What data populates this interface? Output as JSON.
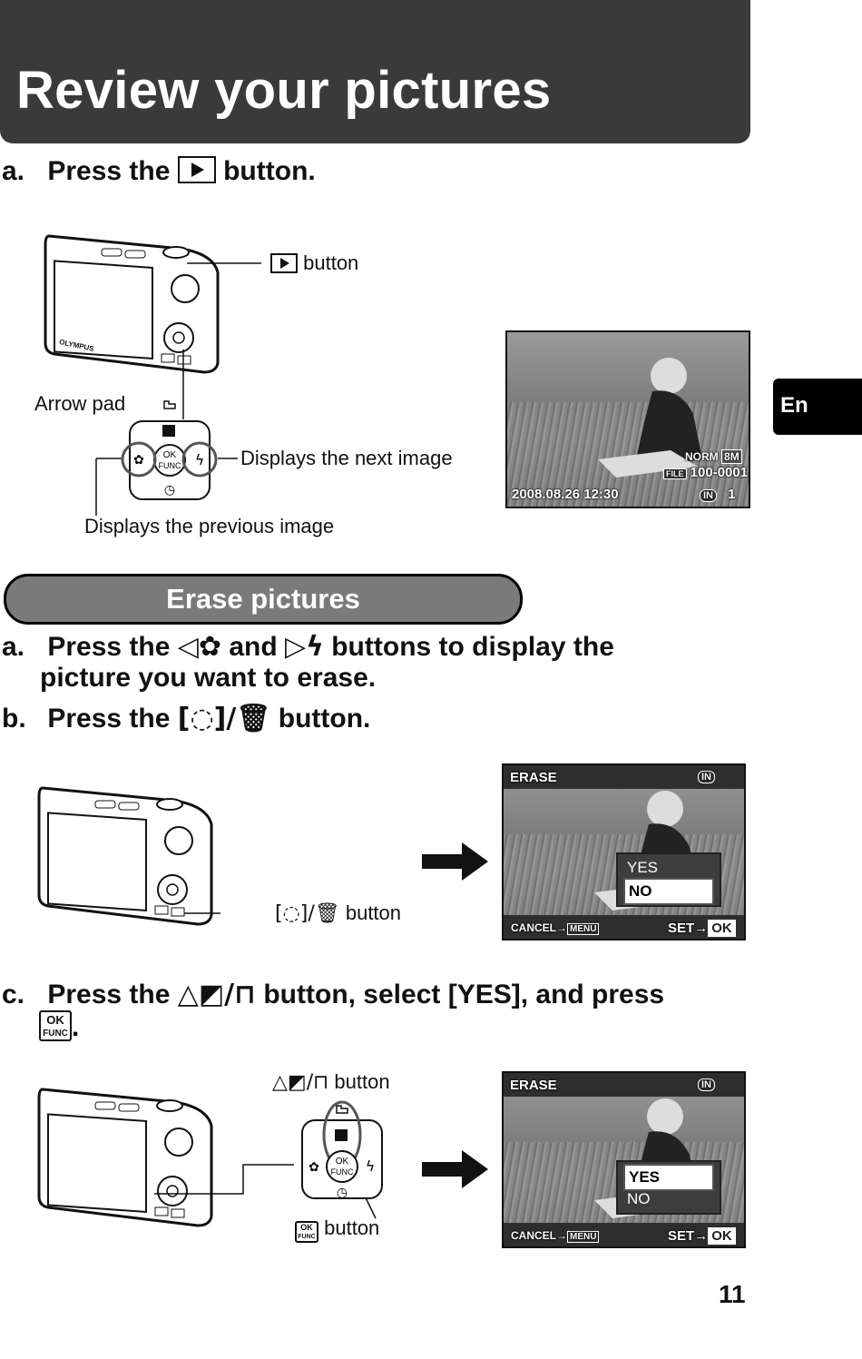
{
  "header": {
    "title": "Review your pictures"
  },
  "side_tab": {
    "label": "En"
  },
  "section1": {
    "step_a_label": "a.",
    "step_a_pre": "Press the",
    "step_a_post": "button.",
    "callout_play": "button",
    "callout_arrowpad": "Arrow pad",
    "callout_next": "Displays the next image",
    "callout_prev": "Displays the previous image",
    "screen": {
      "quality": "NORM",
      "size": "8M",
      "file_label": "FILE",
      "file_number": "100-0001",
      "datetime": "2008.08.26  12:30",
      "memory": "IN",
      "frame": "1"
    }
  },
  "erase_section": {
    "title": "Erase pictures",
    "step_a_label": "a.",
    "step_a_pre": "Press the",
    "step_a_and": "and",
    "step_a_post": "buttons to display the",
    "step_a_line2": "picture you want to erase.",
    "step_b_label": "b.",
    "step_b_pre": "Press the",
    "step_b_post": "button.",
    "callout_b": "button",
    "step_c_label": "c.",
    "step_c_pre": "Press the",
    "step_c_post": "button, select [YES], and press",
    "step_c_end": ".",
    "callout_c_top": "button",
    "callout_c_ok": "button",
    "ok_label": "OK",
    "func_label": "FUNC"
  },
  "erase_screen_1": {
    "title": "ERASE",
    "memory": "IN",
    "options": [
      "YES",
      "NO"
    ],
    "selected": "NO",
    "cancel": "CANCEL",
    "menu_key": "MENU",
    "set": "SET",
    "ok_key": "OK"
  },
  "erase_screen_2": {
    "title": "ERASE",
    "memory": "IN",
    "options": [
      "YES",
      "NO"
    ],
    "selected": "YES",
    "cancel": "CANCEL",
    "menu_key": "MENU",
    "set": "SET",
    "ok_key": "OK"
  },
  "camera": {
    "brand": "OLYMPUS"
  },
  "page": {
    "number": "11"
  }
}
